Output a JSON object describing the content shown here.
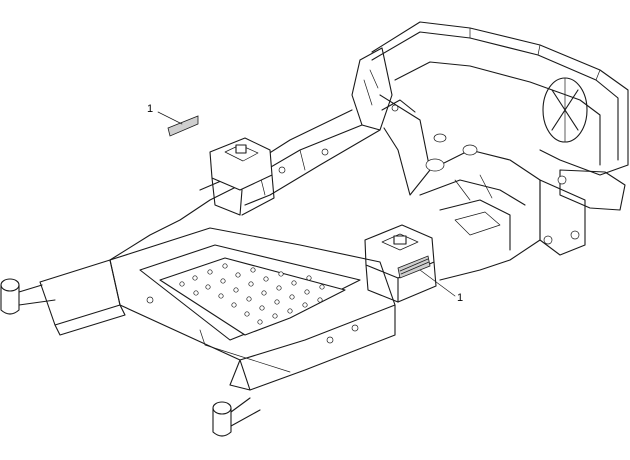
{
  "callouts": [
    {
      "id": "decal-left",
      "label": "1"
    },
    {
      "id": "decal-right",
      "label": "1"
    }
  ],
  "icons": [
    "frame-diagram",
    "decal-icon",
    "leader-line-icon"
  ],
  "colors": {
    "line": "#1a1a1a",
    "decal_fill": "#cfcfcf",
    "background": "#ffffff"
  }
}
